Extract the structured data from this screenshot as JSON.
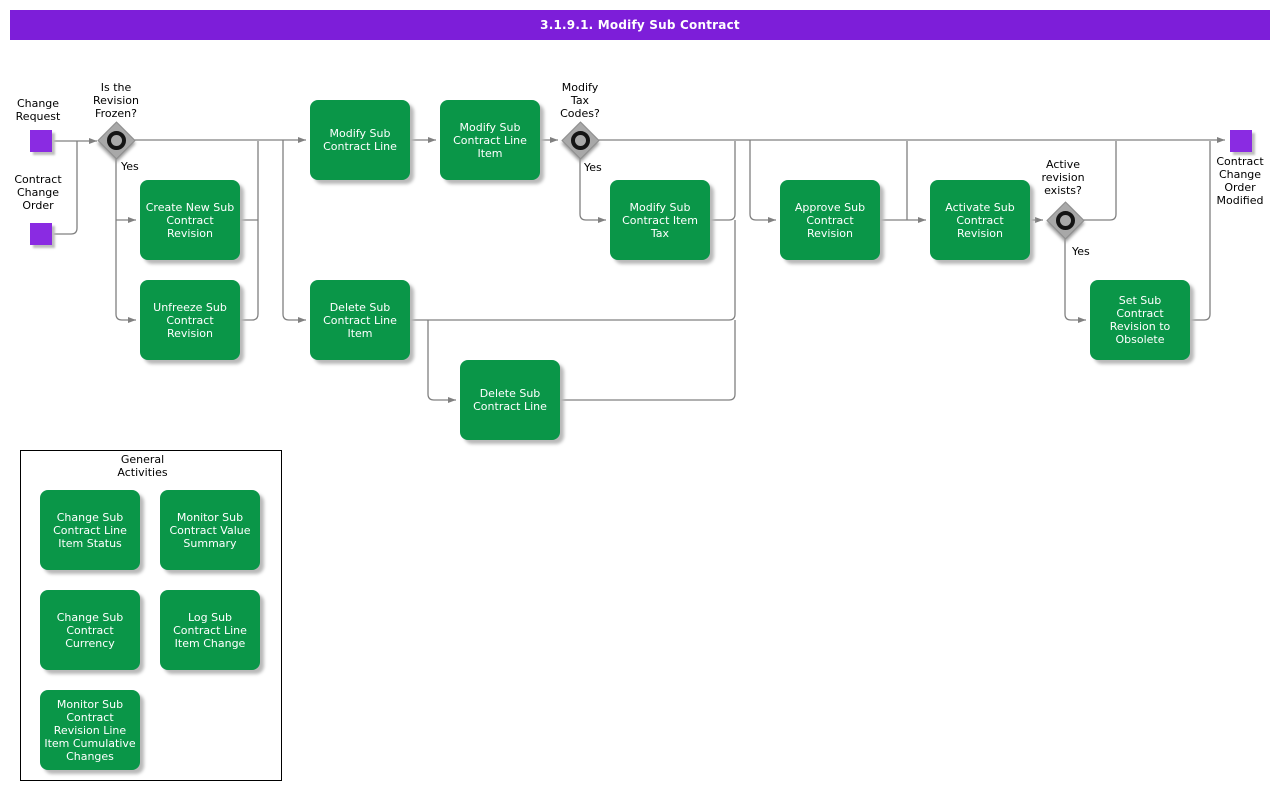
{
  "title_bar": {
    "title": "3.1.9.1. Modify Sub Contract"
  },
  "colors": {
    "title_bar_purple": "#7d1ed9",
    "event_purple": "#8a2be2",
    "activity_green": "#0a9648",
    "connector_gray": "#808080",
    "gateway_gray": "#a8a8a8"
  },
  "events": {
    "change_request": "Change\nRequest",
    "contract_change_order": "Contract\nChange\nOrder",
    "contract_change_order_modified": "Contract\nChange\nOrder\nModified"
  },
  "gateways": {
    "revision_frozen": {
      "question": "Is the\nRevision\nFrozen?",
      "branch": "Yes"
    },
    "modify_tax_codes": {
      "question": "Modify\nTax\nCodes?",
      "branch": "Yes"
    },
    "active_revision_exists": {
      "question": "Active\nrevision\nexists?",
      "branch": "Yes"
    }
  },
  "activities": {
    "modify_sub_contract_line": "Modify Sub\nContract Line",
    "modify_sub_contract_line_item": "Modify Sub\nContract Line\nItem",
    "modify_sub_contract_item_tax": "Modify Sub\nContract Item\nTax",
    "create_new_sub_contract_revision": "Create New Sub\nContract\nRevision",
    "unfreeze_sub_contract_revision": "Unfreeze Sub\nContract\nRevision",
    "delete_sub_contract_line_item": "Delete Sub\nContract Line\nItem",
    "delete_sub_contract_line": "Delete Sub\nContract Line",
    "approve_sub_contract_revision": "Approve Sub\nContract\nRevision",
    "activate_sub_contract_revision": "Activate Sub\nContract\nRevision",
    "set_sub_contract_revision_to_obsolete": "Set Sub\nContract\nRevision to\nObsolete"
  },
  "general_activities": {
    "title": "General\nActivities",
    "items": {
      "change_sub_contract_line_item_status": "Change Sub\nContract Line\nItem Status",
      "monitor_sub_contract_value_summary": "Monitor Sub\nContract Value\nSummary",
      "change_sub_contract_currency": "Change Sub\nContract\nCurrency",
      "log_sub_contract_line_item_change": "Log Sub\nContract Line\nItem Change",
      "monitor_sub_contract_revision_line_item_cumulative_changes": "Monitor Sub\nContract\nRevision Line\nItem Cumulative\nChanges"
    }
  }
}
